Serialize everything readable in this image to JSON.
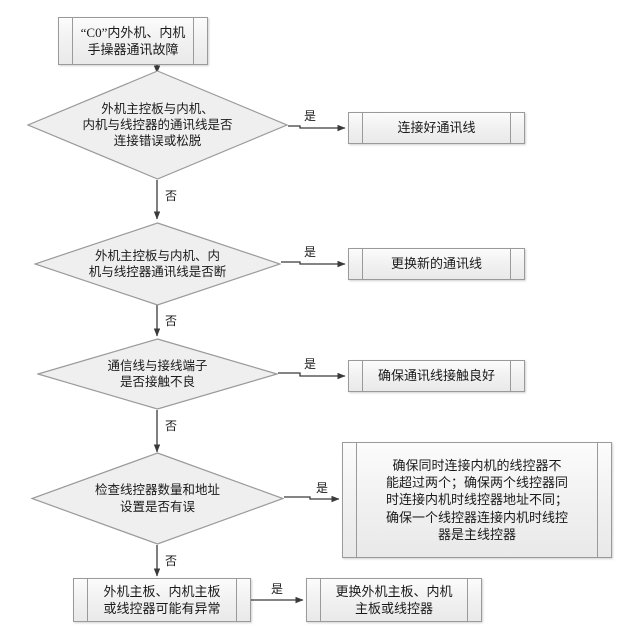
{
  "diagram": {
    "title_node": {
      "id": "start",
      "shape": "predefined-process",
      "text": "“C0”内外机、内机\n手操器通讯故障"
    },
    "decisions": [
      {
        "id": "d1",
        "shape": "diamond",
        "text": "外机主控板与内机、\n内机与线控器的通讯线是否\n连接错误或松脱",
        "yes_label": "是",
        "no_label": "否"
      },
      {
        "id": "d2",
        "shape": "diamond",
        "text": "外机主控板与内机、内\n机与线控器通讯线是否断",
        "yes_label": "是",
        "no_label": "否"
      },
      {
        "id": "d3",
        "shape": "diamond",
        "text": "通信线与接线端子\n是否接触不良",
        "yes_label": "是",
        "no_label": "否"
      },
      {
        "id": "d4",
        "shape": "diamond",
        "text": "检查线控器数量和地址\n设置是否有误",
        "yes_label": "是",
        "no_label": "否"
      }
    ],
    "actions": [
      {
        "id": "a1",
        "shape": "predefined-process",
        "text": "连接好通讯线"
      },
      {
        "id": "a2",
        "shape": "predefined-process",
        "text": "更换新的通讯线"
      },
      {
        "id": "a3",
        "shape": "predefined-process",
        "text": "确保通讯线接触良好"
      },
      {
        "id": "a4",
        "shape": "predefined-process",
        "text": "确保同时连接内机的线控器不\n能超过两个；确保两个线控器同\n时连接内机时线控器地址不同；\n确保一个线控器连接内机时线控\n器是主线控器"
      }
    ],
    "bottom": {
      "left_node": {
        "id": "b1",
        "shape": "predefined-process",
        "text": "外机主板、内机主板\n或线控器可能有异常"
      },
      "right_node": {
        "id": "b2",
        "shape": "predefined-process",
        "text": "更换外机主板、内机\n主板或线控器"
      },
      "edge_label": "是"
    },
    "colors": {
      "shape_border": "#9a9a9a",
      "shape_fill_top": "#fcfcfc",
      "shape_fill_bottom": "#e9e9e9",
      "connector": "#3a3a3a",
      "text": "#1a1a1a",
      "background": "#ffffff"
    }
  }
}
